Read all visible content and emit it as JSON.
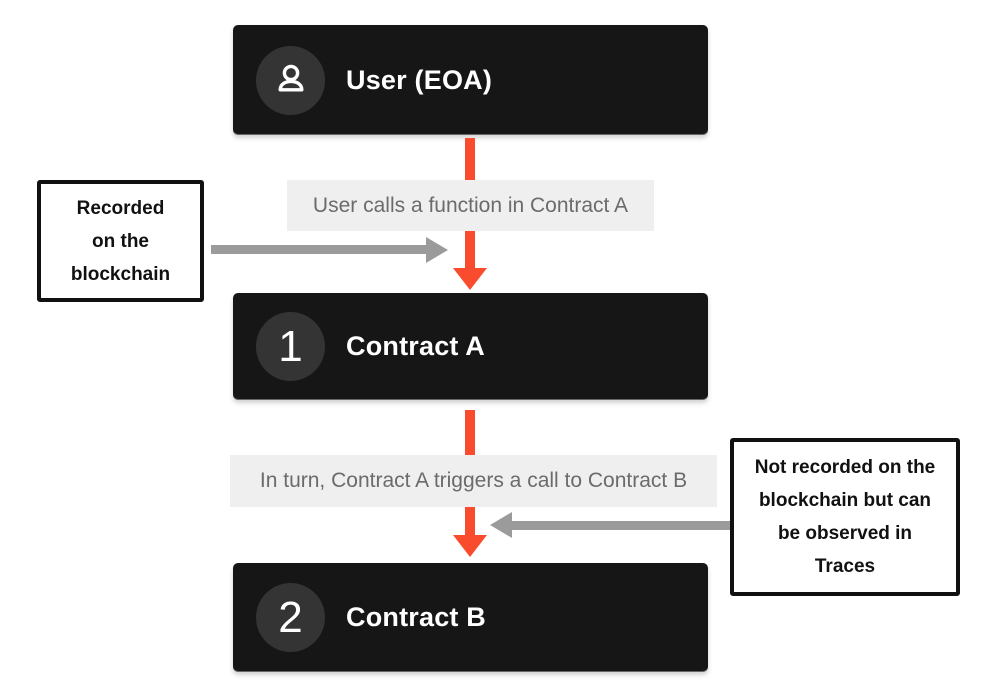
{
  "nodes": [
    {
      "badge": "user-icon",
      "title": "User (EOA)"
    },
    {
      "badge": "1",
      "title": "Contract A"
    },
    {
      "badge": "2",
      "title": "Contract B"
    }
  ],
  "edge_labels": [
    "User calls a function in Contract A",
    "In turn, Contract A triggers a call to Contract B"
  ],
  "annotations": {
    "left": {
      "lines": [
        "Recorded",
        "on the",
        "blockchain"
      ]
    },
    "right": {
      "lines": [
        "Not recorded on the",
        "blockchain but can",
        "be observed in",
        "Traces"
      ]
    }
  },
  "colors": {
    "node_bg": "#161616",
    "badge_bg": "#343434",
    "node_text": "#ffffff",
    "flow_arrow": "#f94c2f",
    "edge_label_bg": "#efefef",
    "edge_label_text": "#6b6b6b",
    "annotation_arrow": "#9b9b9b",
    "annotation_border": "#111111",
    "annotation_bg": "#ffffff",
    "background": "#ffffff"
  }
}
